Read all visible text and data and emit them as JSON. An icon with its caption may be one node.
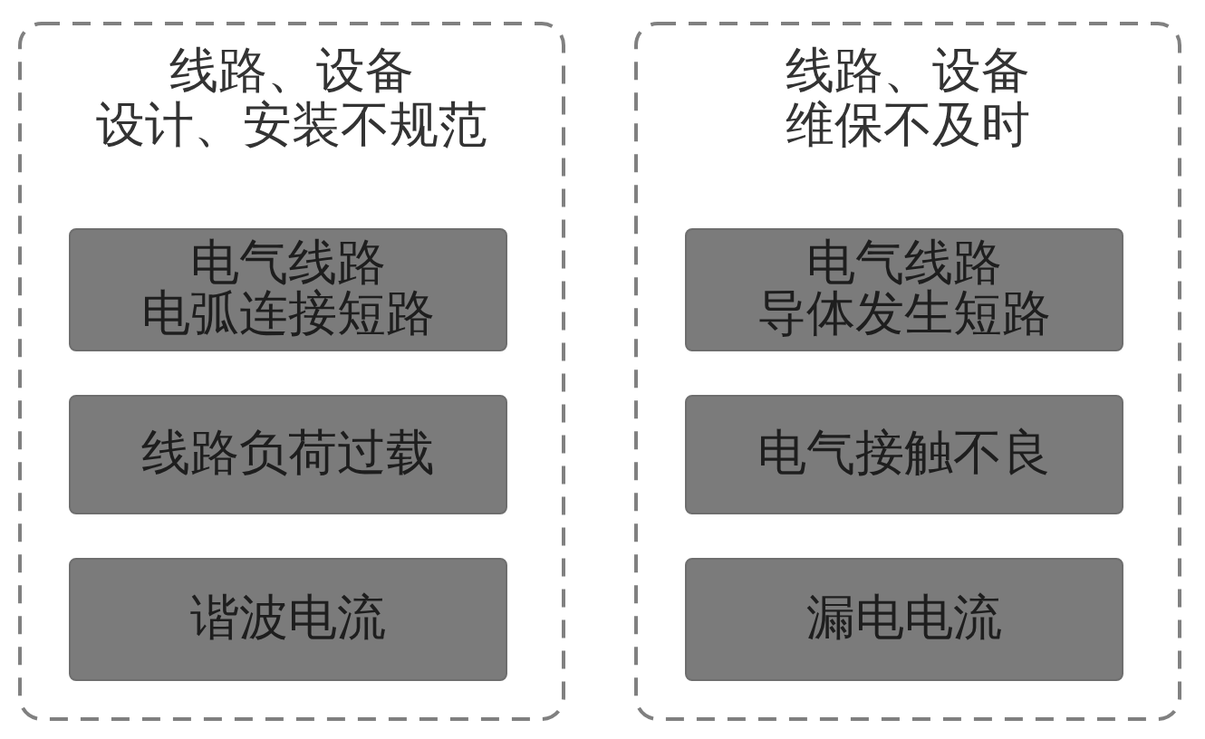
{
  "diagram": {
    "nodes": [
      {
        "text": [
          "线路、设备设计、安装不规范"
        ]
      },
      {
        "text": [
          "电气线路电弧连接短路"
        ],
        "in": 0
      },
      {
        "text": [
          "线路负荷过载"
        ],
        "in": 0
      },
      {
        "text": [
          "谐波电流"
        ],
        "in": 0
      },
      {
        "text": [
          "线路、设备维保不及时"
        ]
      },
      {
        "text": [
          "电气线路导体发生短路"
        ],
        "in": 4
      },
      {
        "text": [
          "电气接触不良"
        ],
        "in": 4
      },
      {
        "text": [
          "漏电电流"
        ],
        "in": 4
      }
    ]
  }
}
